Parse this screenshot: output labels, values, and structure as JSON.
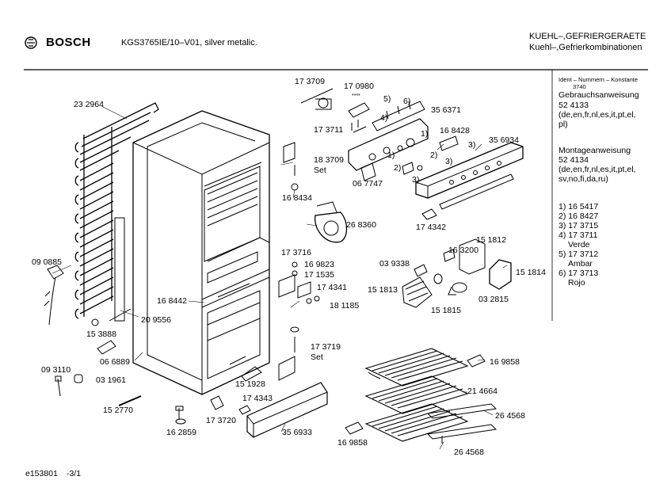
{
  "header": {
    "brand": "BOSCH",
    "model": "KGS3765IE/10–V01, silver metalic.",
    "category_upper": "KUEHL–,GEFRIERGERAETE",
    "category_lower": "Kuehl–,Gefrierkombinationen"
  },
  "right_panel": {
    "ident_label": "Ident – Nummern – Konstante",
    "ident_value": "3740",
    "manual1_title": "Gebrauchsanweisung",
    "manual1_number": "52 4133",
    "manual1_langs": "(de,en,fr,nl,es,it,pt,el,",
    "manual1_langs2": "pl)",
    "manual2_title": "Montageanweisung",
    "manual2_number": "52 4134",
    "manual2_langs": "(de,en,fr,nl,es,it,pt,el,",
    "manual2_langs2": "sv,no,fi,da,ru)",
    "legend": [
      {
        "text": "1)  16 5417"
      },
      {
        "text": "2)  16 8427"
      },
      {
        "text": "3)  17 3715"
      },
      {
        "text": "4)  17 3711"
      },
      {
        "text": "Verde"
      },
      {
        "text": "5)  17 3712"
      },
      {
        "text": "Ambar"
      },
      {
        "text": "6)  17 3713"
      },
      {
        "text": "Rojo"
      }
    ]
  },
  "parts": [
    "23 2964",
    "17 3709",
    "17 0980",
    "5)",
    "6)",
    "35 6371",
    "4)",
    "17 3711",
    "1)",
    "16 8428",
    "35 6934",
    "2)",
    "3)",
    "18 3709",
    "Set",
    "1)",
    "2)",
    "3)",
    "3)",
    "16 8434",
    "06 7747",
    "17 4342",
    "26 8360",
    "09 0885",
    "17 3716",
    "16 9823",
    "17 1535",
    "15 1812",
    "16 3200",
    "03 9338",
    "15 1814",
    "17 4341",
    "15 1813",
    "16 8442",
    "18 1185",
    "03 2815",
    "15 1815",
    "20 9556",
    "15 3888",
    "17 3719",
    "Set",
    "06 6889",
    "16 9858",
    "09 3110",
    "03 1961",
    "21 4664",
    "15 1928",
    "17 4343",
    "15 2770",
    "26 4568",
    "17 3720",
    "16 2859",
    "35 6933",
    "16 9858",
    "26 4568",
    "****"
  ],
  "footer": {
    "code": "e153801",
    "page": "-3/1"
  }
}
